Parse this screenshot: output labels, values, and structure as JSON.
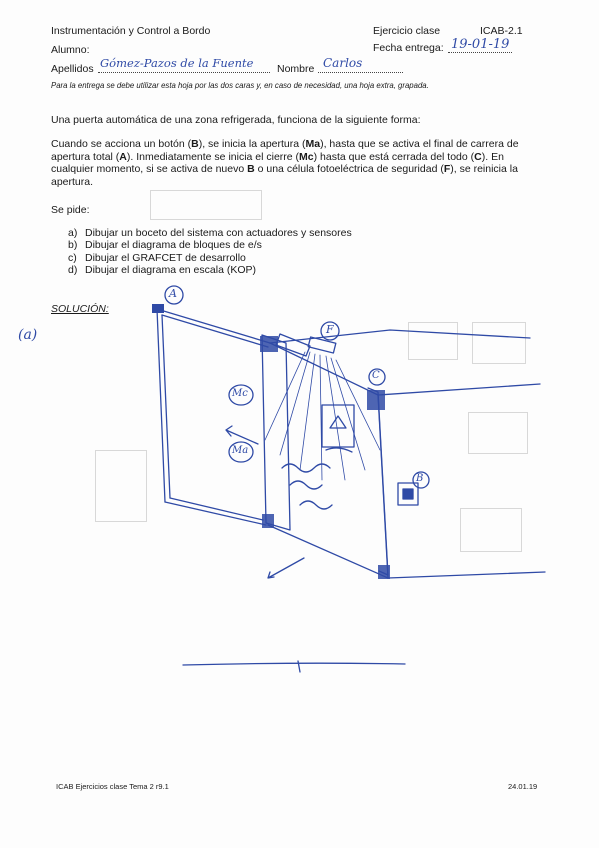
{
  "header": {
    "course": "Instrumentación y Control a Bordo",
    "exercise_label": "Ejercicio clase",
    "code": "ICAB-2.1",
    "student_label": "Alumno:",
    "due_label": "Fecha entrega:",
    "due_value": "19-01-19",
    "surname_label": "Apellidos",
    "surname_value": "Gómez-Pazos de la Fuente",
    "name_label": "Nombre",
    "name_value": "Carlos",
    "note": "Para la entrega se debe utilizar esta hoja por las dos caras y, en caso de necesidad, una hoja extra, grapada."
  },
  "statement": {
    "intro": "Una puerta automática de una zona refrigerada, funciona de la siguiente forma:",
    "p1": "Cuando se acciona un botón (",
    "b1": "B",
    "p2": "), se inicia la apertura (",
    "b2": "Ma",
    "p3": "), hasta que se activa el final de carrera de apertura total (",
    "b3": "A",
    "p4": "). Inmediatamente se inicia el cierre (",
    "b4": "Mc",
    "p5": ") hasta que está cerrada del todo (",
    "b5": "C",
    "p6": "). En cualquier momento, si se activa de nuevo ",
    "b6": "B",
    "p7": " o una célula fotoeléctrica de seguridad (",
    "b7": "F",
    "p8": "), se reinicia la apertura.",
    "ask": "Se pide:",
    "items": [
      {
        "letter": "a)",
        "text": "Dibujar un boceto del sistema con actuadores y sensores"
      },
      {
        "letter": "b)",
        "text": "Dibujar el diagrama de bloques de e/s"
      },
      {
        "letter": "c)",
        "text": "Dibujar el GRAFCET de desarrollo"
      },
      {
        "letter": "d)",
        "text": "Dibujar el diagrama en escala (KOP)"
      }
    ]
  },
  "solution": {
    "label": "SOLUCIÓN:",
    "margin_mark": "(a)",
    "sketch_labels": {
      "a": "A",
      "f": "F",
      "c": "C",
      "b": "B",
      "mc": "Mc",
      "ma": "Ma"
    }
  },
  "footer": {
    "left": "ICAB Ejercicios clase Tema 2 r9.1",
    "right": "24.01.19"
  },
  "colors": {
    "ink": "#1a1a1a",
    "pen": "#2f4aa6",
    "bleed": "#d8d8d8"
  }
}
